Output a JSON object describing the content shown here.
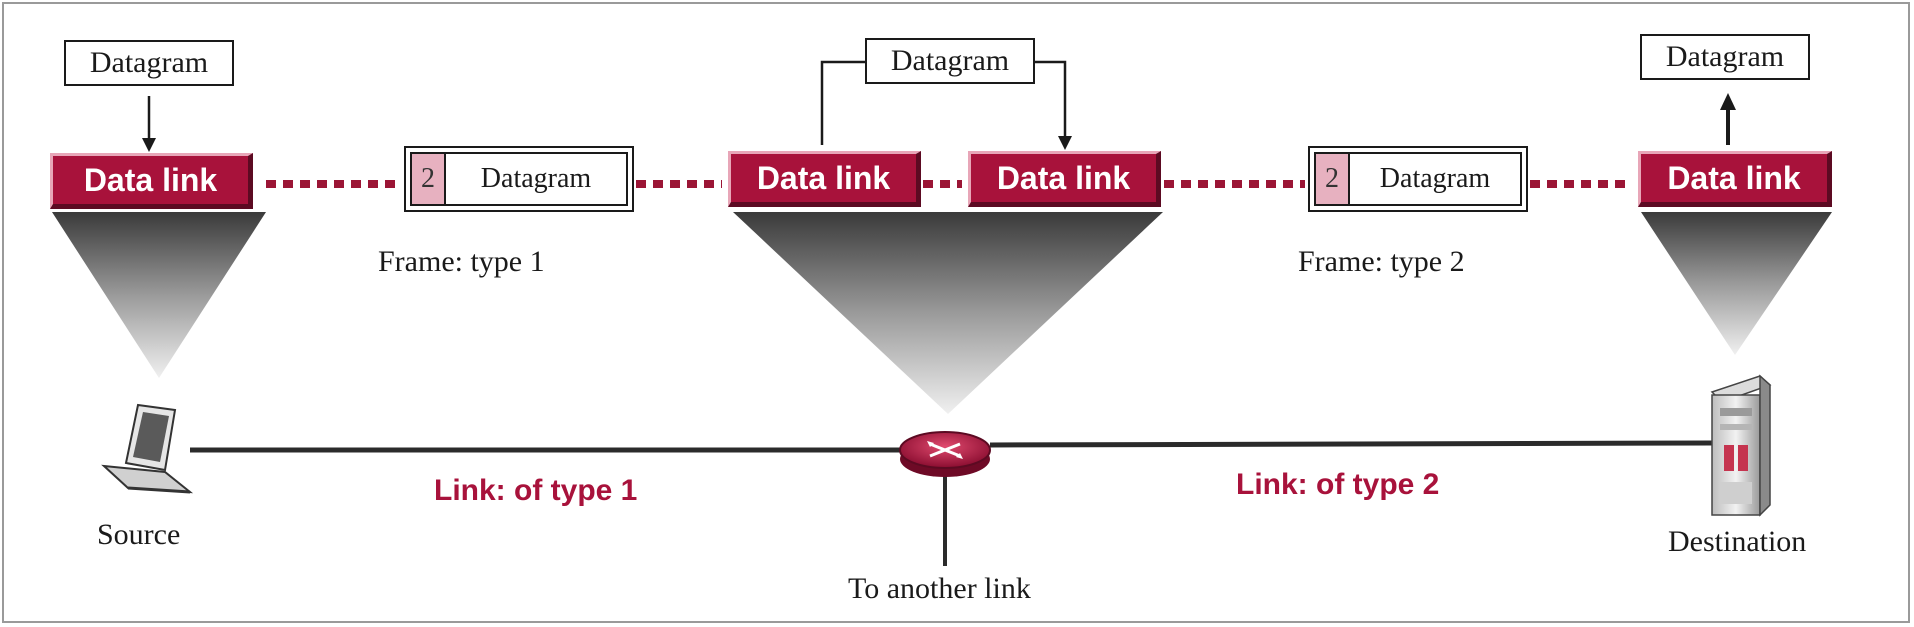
{
  "datagram_label": "Datagram",
  "data_link_label": "Data link",
  "frame1": {
    "header": "2",
    "payload": "Datagram",
    "caption": "Frame: type 1"
  },
  "frame2": {
    "header": "2",
    "payload": "Datagram",
    "caption": "Frame: type 2"
  },
  "links": {
    "link1": "Link: of type 1",
    "link2": "Link: of type 2"
  },
  "nodes": {
    "source": "Source",
    "destination": "Destination",
    "router_note": "To another link"
  },
  "colors": {
    "data_link_fill": "#a8123b",
    "frame_header": "#e7b1c0",
    "router": "#b3123f",
    "dotted_link": "#9b1535"
  }
}
